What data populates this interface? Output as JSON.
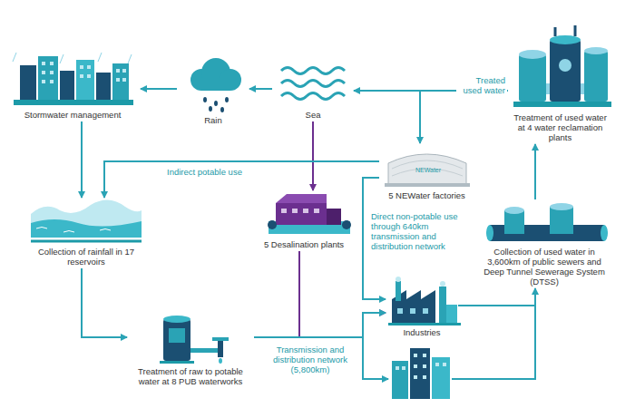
{
  "diagram": {
    "nodes": [
      {
        "text": [
          "Stormwater management"
        ]
      },
      {
        "text": [
          "Rain"
        ]
      },
      {
        "text": [
          "Sea"
        ]
      },
      {
        "text": [
          "Treatment of used water at 4 water reclamation plants"
        ]
      },
      {
        "text": [
          "5 NEWater factories"
        ]
      },
      {
        "text": [
          "Collection of rainfall in 17 reservoirs"
        ]
      },
      {
        "text": [
          "5 Desalination plants"
        ]
      },
      {
        "text": [
          "Collection of used water in 3,600km of public sewers and Deep Tunnel Sewerage System (DTSS)"
        ]
      },
      {
        "text": [
          "Industries"
        ]
      },
      {
        "text": [
          "Treatment of raw to potable water at 8 PUB waterworks"
        ]
      }
    ],
    "edges": [
      {
        "from": 2,
        "to": 1,
        "arrow": "to"
      },
      {
        "from": 1,
        "to": 0,
        "arrow": "to"
      },
      {
        "from": 0,
        "to": 5,
        "arrow": "to"
      },
      {
        "from": 2,
        "to": 6,
        "arrow": "to"
      },
      {
        "from": 3,
        "to": 2,
        "label": "Treated used water",
        "arrow": "to"
      },
      {
        "from": 3,
        "to": 4,
        "arrow": "to"
      },
      {
        "from": 4,
        "to": 5,
        "label": "Indirect potable use",
        "arrow": "to"
      },
      {
        "from": 4,
        "to": 8,
        "label": "Direct non-potable use through 640km transmission and distribution network",
        "arrow": "to"
      },
      {
        "from": 5,
        "to": 9,
        "arrow": "to"
      },
      {
        "from": 6,
        "to": 8,
        "arrow": "to"
      },
      {
        "from": 9,
        "to": 8,
        "label": "Transmission and distribution network (5,800km)",
        "arrow": "to"
      },
      {
        "from": 8,
        "to": 7,
        "arrow": "to"
      },
      {
        "from": 7,
        "to": 3,
        "arrow": "to"
      }
    ],
    "labels": [
      "NEWater"
    ]
  }
}
